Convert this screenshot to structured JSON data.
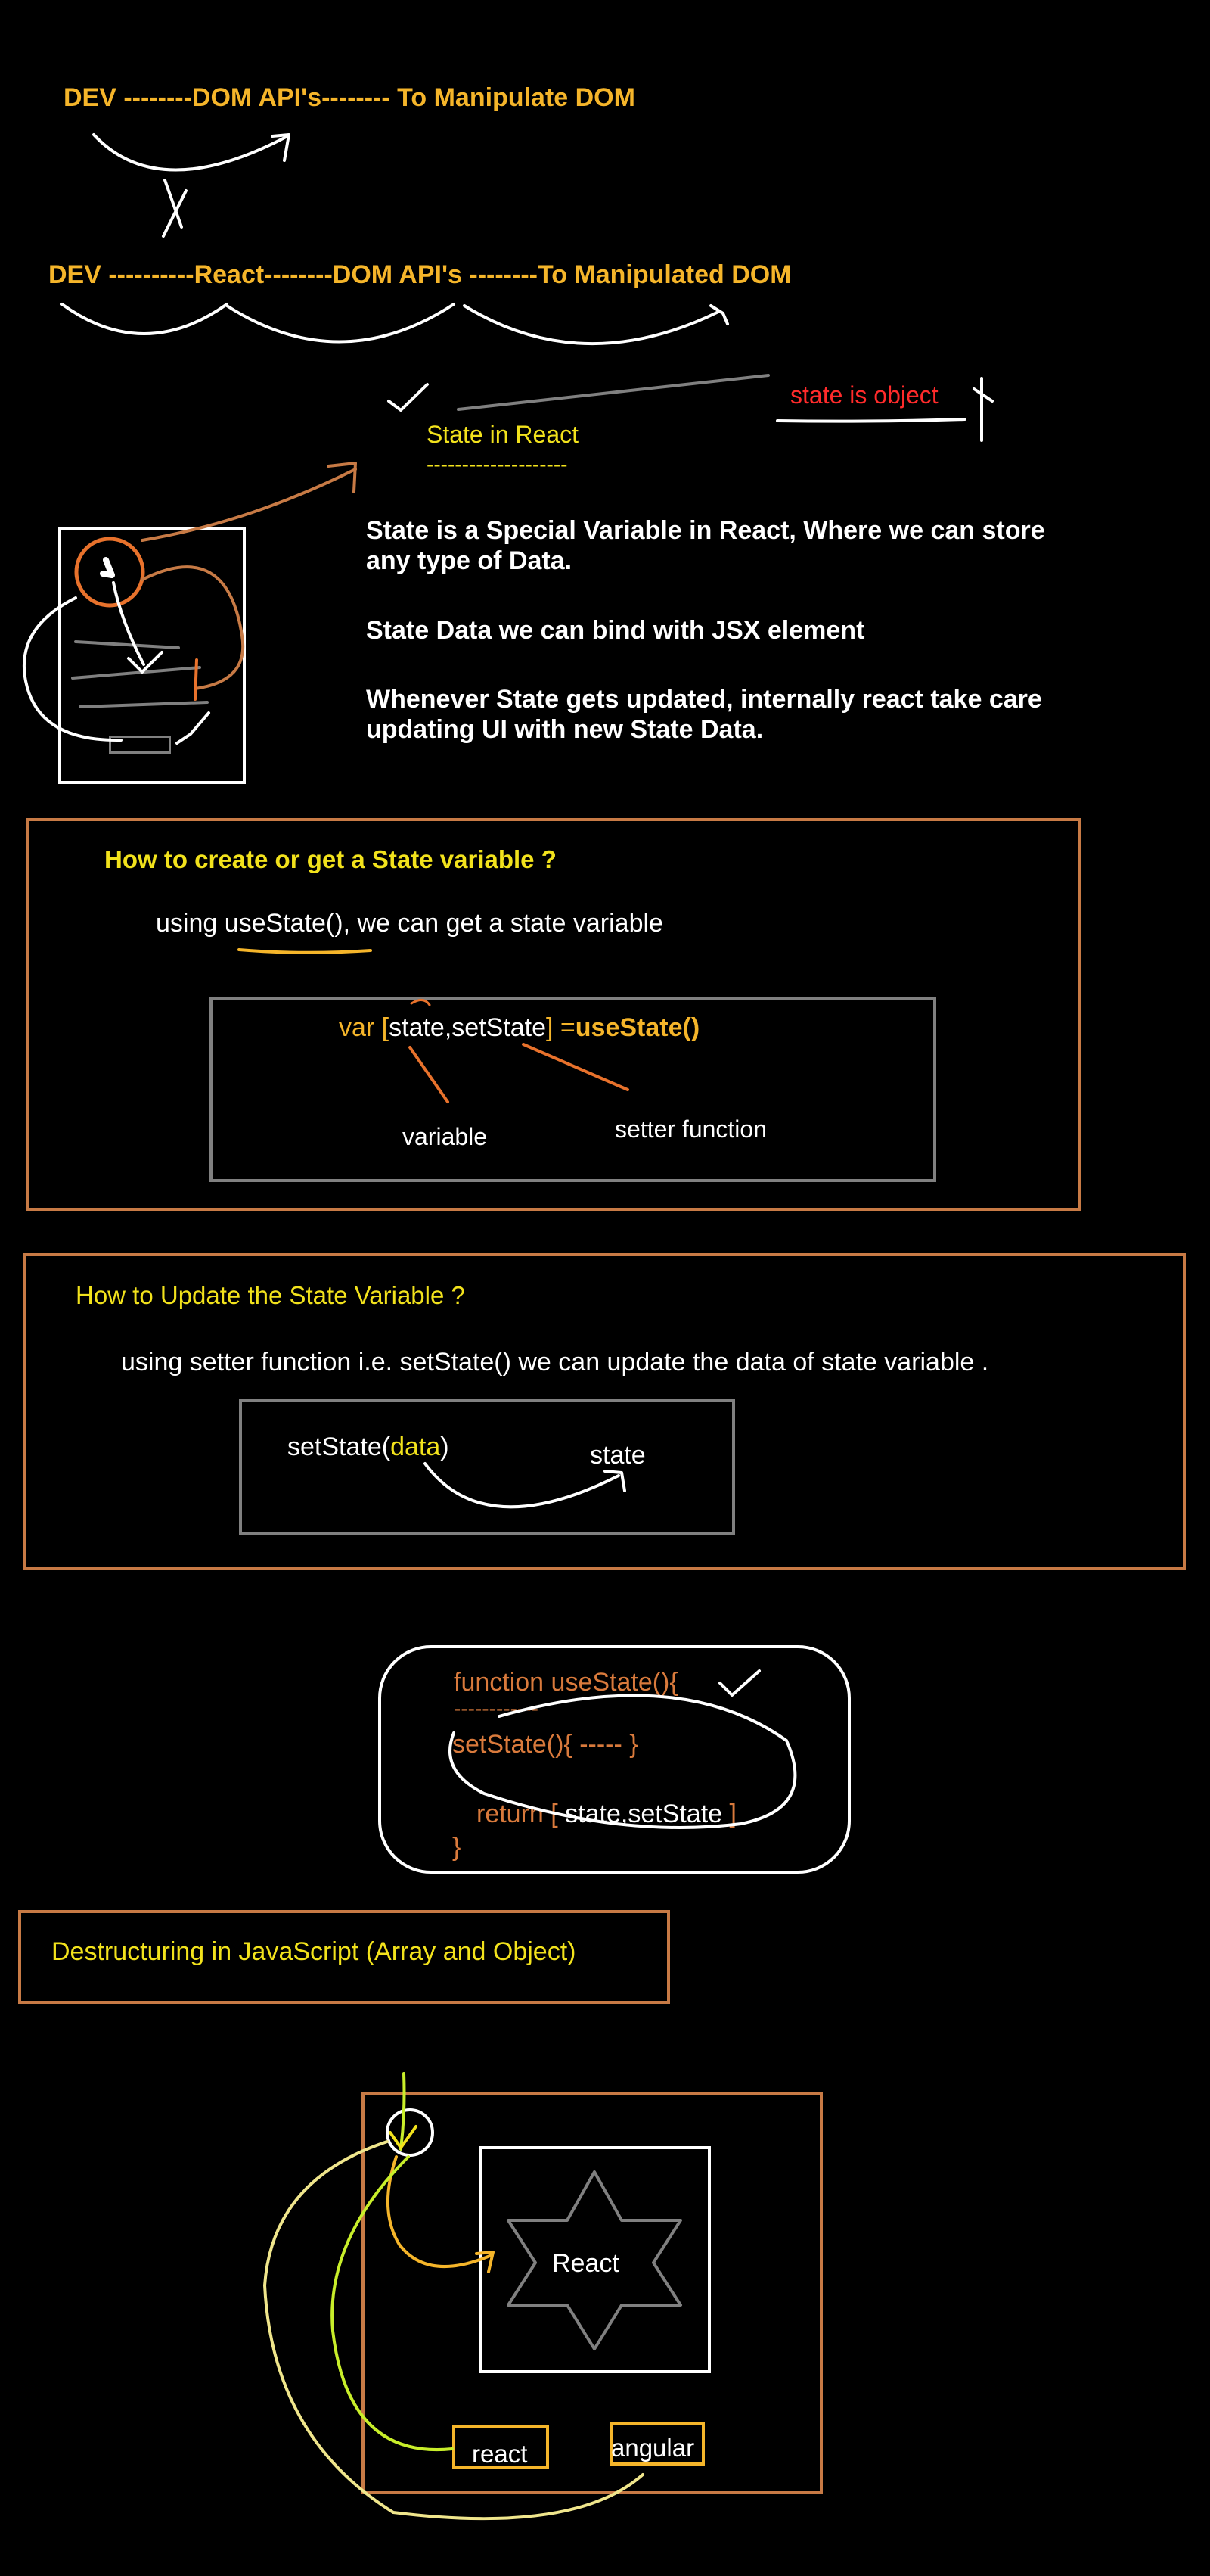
{
  "line1": "DEV  --------DOM API's-------- To Manipulate DOM",
  "line2": "DEV ----------React--------DOM API's --------To Manipulated DOM",
  "state_is_object": "state is object",
  "state_in_react": "State in React",
  "state_in_react_underline": "--------------------",
  "desc": {
    "p1a": "State is a Special Variable in React, Where we can store",
    "p1b": "any type of Data.",
    "p2": "State Data we can bind with JSX element",
    "p3a": "Whenever State gets updated, internally react take care",
    "p3b": "updating UI with new State Data."
  },
  "section_create": {
    "title": "How to create or get a State variable ?",
    "text": "using useState(), we can get a state variable",
    "code_var": "var [",
    "code_names": "state,setState",
    "code_close_eq": "] =",
    "code_call": "useState()",
    "label_variable": "variable",
    "label_setter": "setter function"
  },
  "section_update": {
    "title": "How to Update the State Variable ?",
    "text": "using setter function i.e. setState() we can update the data of state variable .",
    "call_open": "setState(",
    "call_arg": "data",
    "call_close": ")",
    "target": "state"
  },
  "fn_block": {
    "line1": "function useState(){",
    "line2": "------------",
    "line3": "setState(){ ----- }",
    "line4_keyword": "return [",
    "line4_values": "state,setState",
    "line4_close": "]",
    "line5": "}"
  },
  "destructuring": "Destructuring in JavaScript (Array and Object)",
  "bottom": {
    "center": "React",
    "left_tag": "react",
    "right_tag": "angular"
  },
  "colors": {
    "background": "#000000",
    "heading_yellow": "#f5b52a",
    "label_yellow": "#f2e21c",
    "red": "#ff2b2b",
    "orange_border": "#c77a45",
    "code_orange": "#d97a3c",
    "grey": "#808080",
    "white": "#ffffff"
  }
}
